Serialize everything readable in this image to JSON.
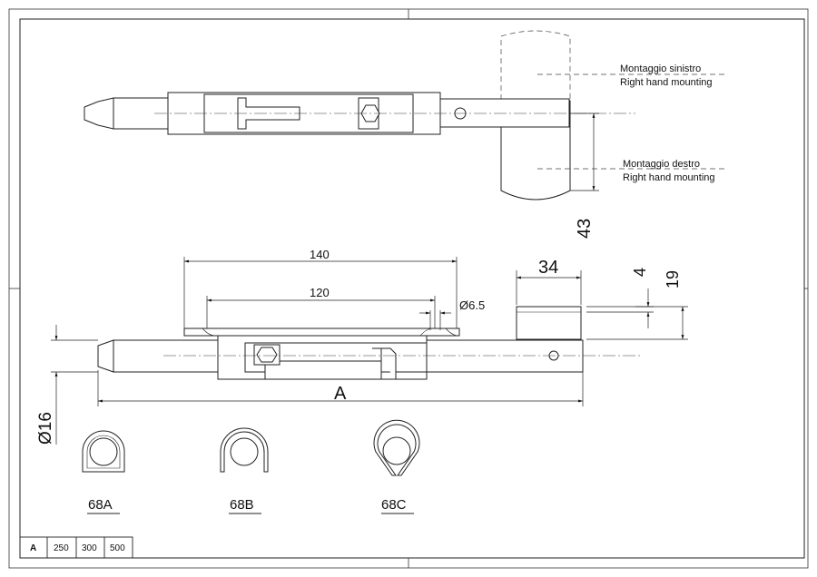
{
  "drawing": {
    "top_view": {
      "label_left_it": "Montaggio sinistro",
      "label_left_en": "Right hand mounting",
      "label_right_it": "Montaggio destro",
      "label_right_en": "Right hand mounting",
      "dim_43": "43"
    },
    "front_view": {
      "dim_140": "140",
      "dim_120": "120",
      "dim_hole": "Ø6.5",
      "dim_34": "34",
      "dim_4": "4",
      "dim_19": "19",
      "dim_A": "A",
      "dim_16": "Ø16"
    },
    "sections": [
      {
        "label": "68A"
      },
      {
        "label": "68B"
      },
      {
        "label": "68C"
      }
    ],
    "table": {
      "head": "A",
      "values": [
        "250",
        "300",
        "500"
      ]
    }
  }
}
